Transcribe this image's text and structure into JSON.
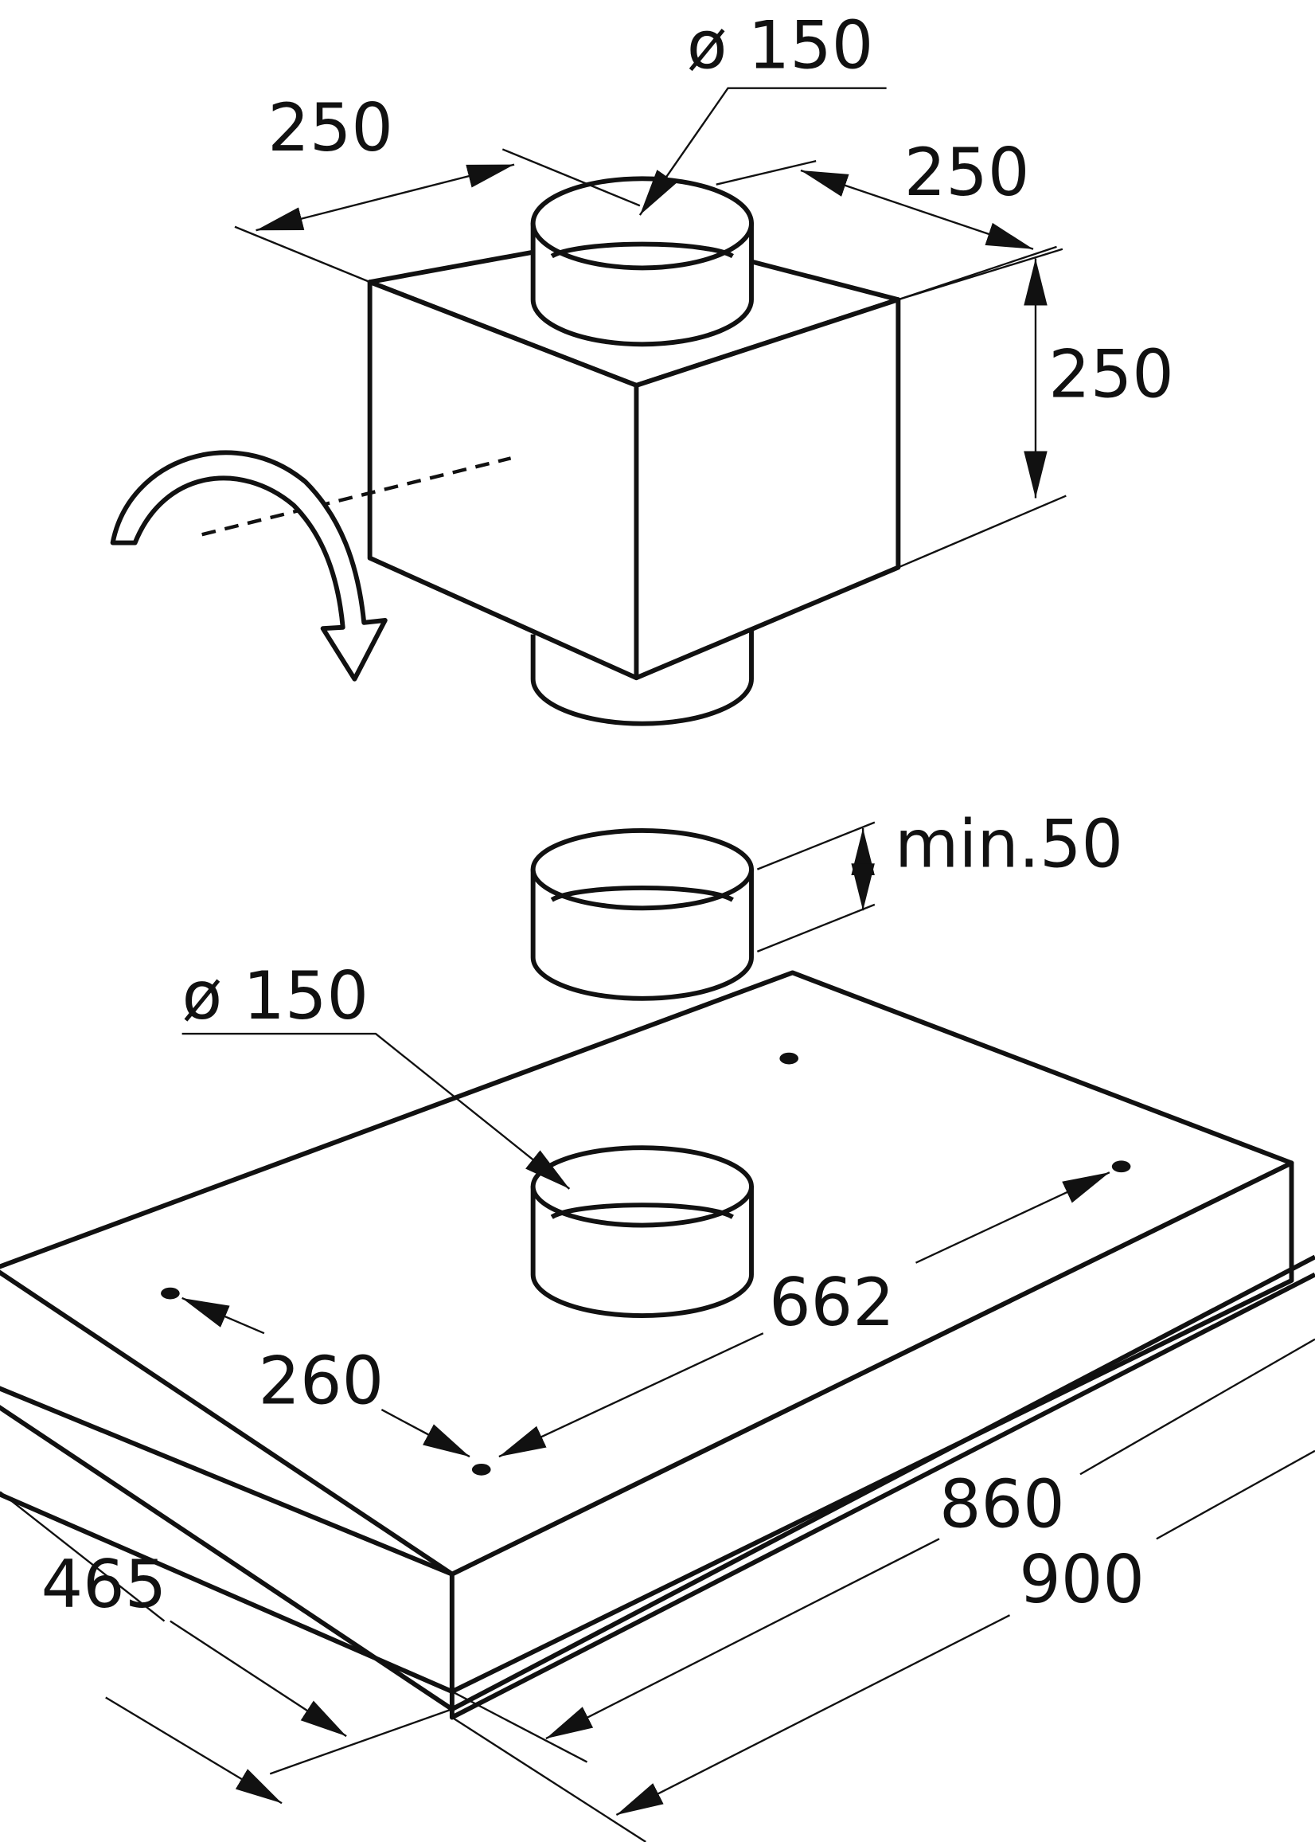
{
  "title": "Cooker hood installation dimensions (mm)",
  "labels": {
    "top_duct_diameter": "ø 150",
    "box_width_left": "250",
    "box_width_right": "250",
    "box_height": "250",
    "min_collar": "min.50",
    "hood_duct_diameter": "ø 150",
    "hole_spacing_long": "662",
    "hole_spacing_short": "260",
    "inner_width": "860",
    "outer_width": "900",
    "depth": "465"
  },
  "colors": {
    "line": "#111111",
    "background": "#ffffff"
  }
}
